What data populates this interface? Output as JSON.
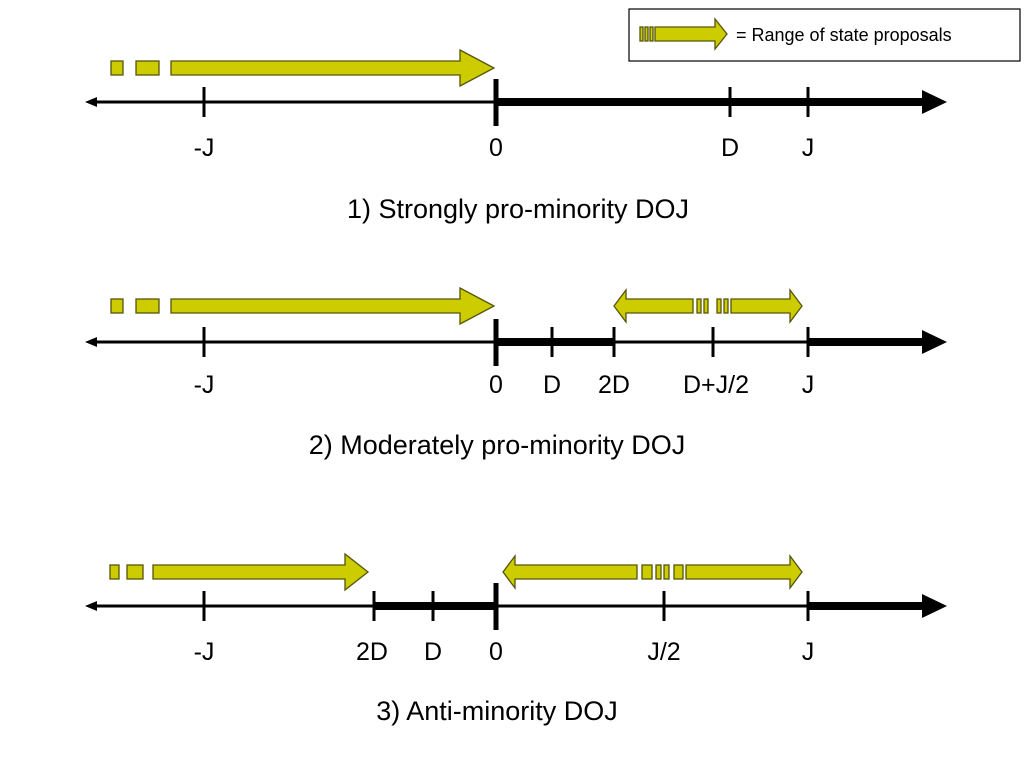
{
  "legend": {
    "label": "= Range of state proposals"
  },
  "colors": {
    "arrow_fill": "#cccc00",
    "arrow_stroke": "#55550a",
    "line": "#000000"
  },
  "panels": [
    {
      "caption": "1) Strongly pro-minority DOJ",
      "ticks": [
        {
          "label": "-J"
        },
        {
          "label": "0"
        },
        {
          "label": "D"
        },
        {
          "label": "J"
        }
      ]
    },
    {
      "caption": "2) Moderately pro-minority DOJ",
      "ticks": [
        {
          "label": "-J"
        },
        {
          "label": "0"
        },
        {
          "label": "D"
        },
        {
          "label": "2D"
        },
        {
          "label": "D+J/2"
        },
        {
          "label": "J"
        }
      ]
    },
    {
      "caption": "3) Anti-minority DOJ",
      "ticks": [
        {
          "label": "-J"
        },
        {
          "label": "2D"
        },
        {
          "label": "D"
        },
        {
          "label": "0"
        },
        {
          "label": "J/2"
        },
        {
          "label": "J"
        }
      ]
    }
  ]
}
